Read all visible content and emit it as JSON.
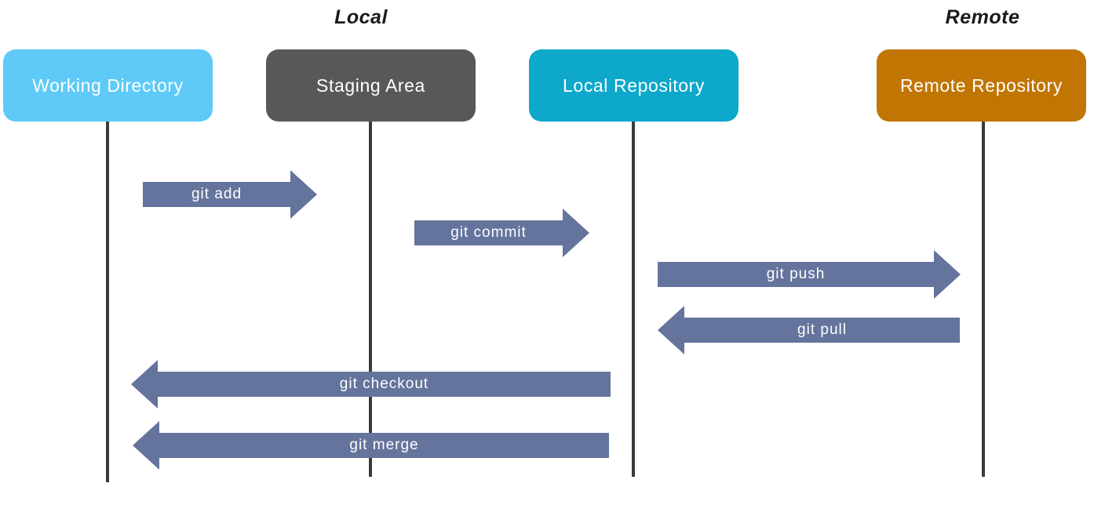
{
  "diagram": {
    "type": "git-workflow-sequence-diagram",
    "background_color": "#ffffff",
    "arrow_color": "#64749d",
    "lifeline_color": "#3b3b3d",
    "group_labels": [
      {
        "text": "Local"
      },
      {
        "text": "Remote"
      }
    ],
    "nodes": [
      {
        "label": "Working Directory",
        "color": "#5fcaf7",
        "text_color": "#ffffff"
      },
      {
        "label": "Staging Area",
        "color": "#58585a",
        "text_color": "#ffffff"
      },
      {
        "label": "Local Repository",
        "color": "#0ea8cb",
        "text_color": "#ffffff"
      },
      {
        "label": "Remote Repository",
        "color": "#c17502",
        "text_color": "#ffffff"
      }
    ],
    "arrows": [
      {
        "label": "git add",
        "direction": "right",
        "from": "Working Directory",
        "to": "Staging Area"
      },
      {
        "label": "git commit",
        "direction": "right",
        "from": "Staging Area",
        "to": "Local Repository"
      },
      {
        "label": "git push",
        "direction": "right",
        "from": "Local Repository",
        "to": "Remote Repository"
      },
      {
        "label": "git pull",
        "direction": "left",
        "from": "Remote Repository",
        "to": "Local Repository"
      },
      {
        "label": "git checkout",
        "direction": "left",
        "from": "Local Repository",
        "to": "Working Directory"
      },
      {
        "label": "git merge",
        "direction": "left",
        "from": "Local Repository",
        "to": "Working Directory"
      }
    ]
  }
}
